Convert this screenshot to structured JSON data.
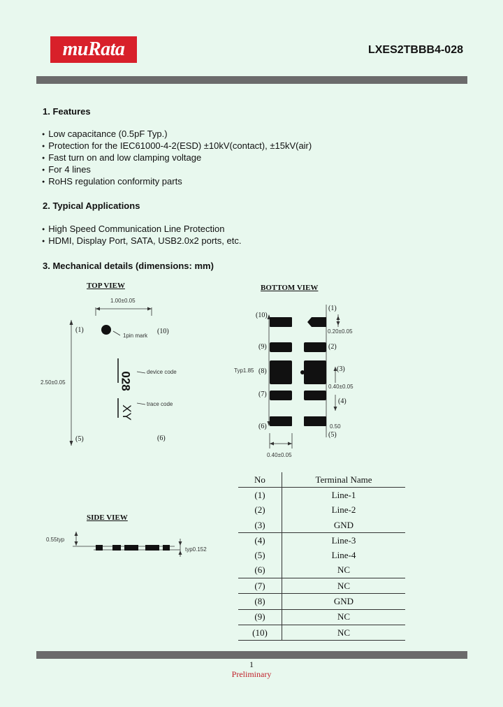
{
  "header": {
    "logo_text": "muRata",
    "part_number": "LXES2TBBB4-028"
  },
  "colors": {
    "brand_red": "#d8202a",
    "bar_gray": "#6b6b6b",
    "background": "#e8f8ee"
  },
  "sections": {
    "features": {
      "title": "1. Features",
      "items": [
        "Low capacitance (0.5pF Typ.)",
        "Protection for the IEC61000-4-2(ESD) ±10kV(contact), ±15kV(air)",
        "Fast turn on and low clamping voltage",
        "For 4 lines",
        "RoHS regulation conformity parts"
      ]
    },
    "applications": {
      "title": "2. Typical Applications",
      "items": [
        "High Speed Communication Line Protection",
        "HDMI, Display Port, SATA, USB2.0x2 ports, etc."
      ]
    },
    "mechanical": {
      "title": "3. Mechanical details (dimensions: mm)"
    }
  },
  "top_view": {
    "title": "TOP VIEW",
    "width_dim": "1.00±0.05",
    "height_dim": "2.50±0.05",
    "pin1": "(1)",
    "pin10": "(10)",
    "pin5": "(5)",
    "pin6": "(6)",
    "pin_mark_label": "1pin mark",
    "device_code_value": "028",
    "device_code_label": "device code",
    "trace_code_value": "XY",
    "trace_code_label": "trace code"
  },
  "bottom_view": {
    "title": "BOTTOM VIEW",
    "left_pins": [
      "(10)",
      "(9)",
      "(8)",
      "(7)",
      "(6)"
    ],
    "right_pins": [
      "(1)",
      "(2)",
      "(3)",
      "(4)",
      "(5)"
    ],
    "dim_pad_gap": "0.20±0.05",
    "dim_pad_width": "0.40±0.05",
    "dim_pitch": "0.50",
    "dim_typ": "Typ1.85",
    "dim_bottom": "0.40±0.05"
  },
  "side_view": {
    "title": "SIDE VIEW",
    "height_label": "0.55typ",
    "thickness_label": "typ0.152"
  },
  "terminal_table": {
    "headers": [
      "No",
      "Terminal Name"
    ],
    "rows": [
      [
        "(1)",
        "Line-1"
      ],
      [
        "(2)",
        "Line-2"
      ],
      [
        "(3)",
        "GND"
      ],
      [
        "(4)",
        "Line-3"
      ],
      [
        "(5)",
        "Line-4"
      ],
      [
        "(6)",
        "NC"
      ],
      [
        "(7)",
        "NC"
      ],
      [
        "(8)",
        "GND"
      ],
      [
        "(9)",
        "NC"
      ],
      [
        "(10)",
        "NC"
      ]
    ]
  },
  "footer": {
    "page": "1",
    "status": "Preliminary"
  }
}
